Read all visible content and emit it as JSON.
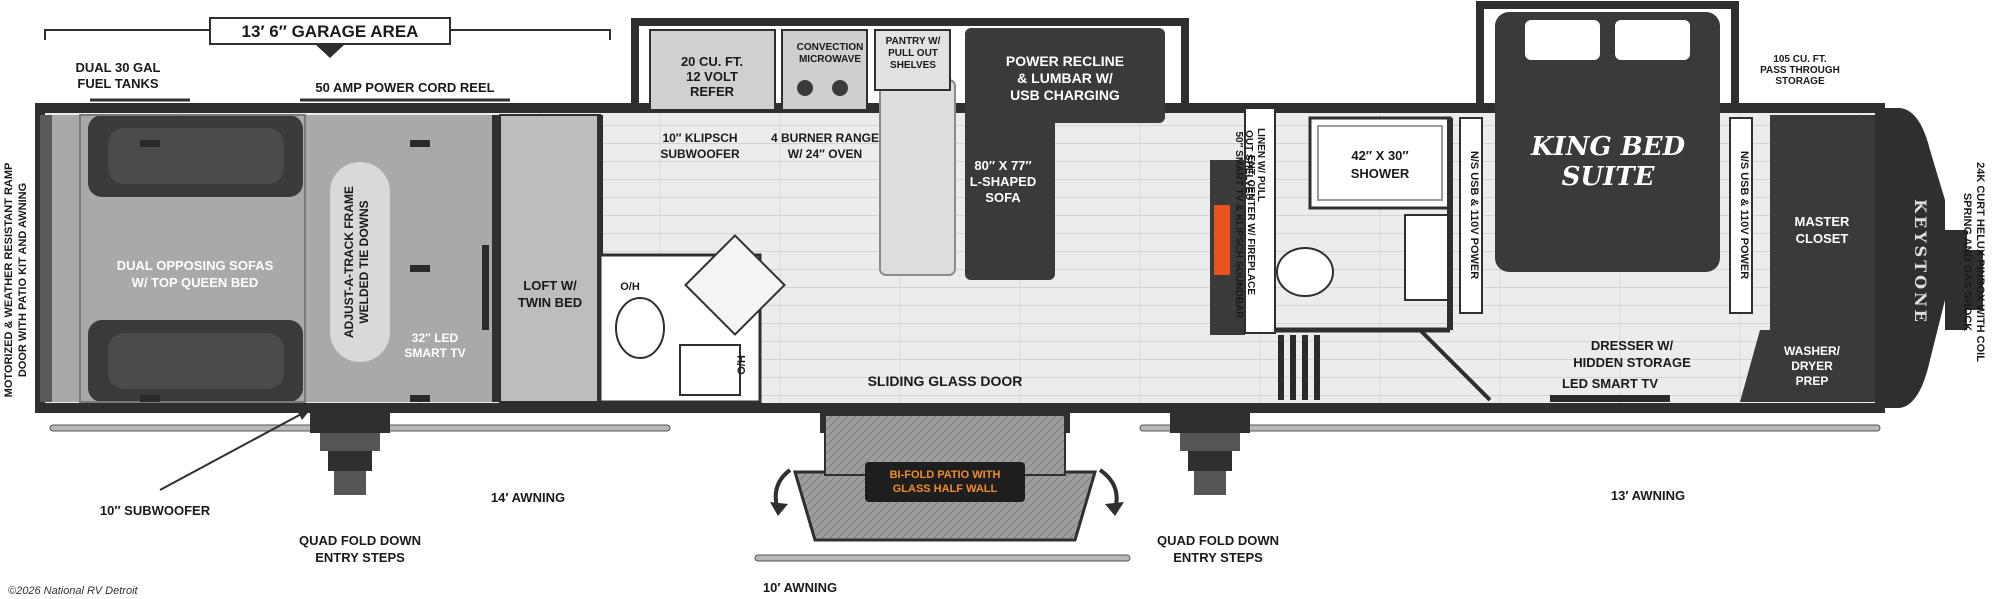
{
  "labels": {
    "garage_area": "13′ 6″ GARAGE AREA",
    "fuel_tanks": [
      "DUAL 30 GAL",
      "FUEL TANKS"
    ],
    "power_cord": "50 AMP POWER CORD REEL",
    "refer": [
      "20 CU. FT.",
      "12 VOLT",
      "REFER"
    ],
    "microwave": [
      "CONVECTION",
      "MICROWAVE"
    ],
    "pantry": [
      "PANTRY W/",
      "PULL OUT",
      "SHELVES"
    ],
    "power_recline": [
      "POWER RECLINE",
      "& LUMBAR W/",
      "USB CHARGING"
    ],
    "pass_through": [
      "105 CU. FT.",
      "PASS THROUGH",
      "STORAGE"
    ],
    "subwoofer_klipsch": [
      "10″ KLIPSCH",
      "SUBWOOFER"
    ],
    "range": [
      "4 BURNER RANGE",
      "W/ 24″ OVEN"
    ],
    "sofa": [
      "80″ X 77″",
      "L-SHAPED",
      "SOFA"
    ],
    "shower": [
      "42″ X 30″",
      "SHOWER"
    ],
    "linen": [
      "LINEN W/ PULL",
      "OUT SHELVES"
    ],
    "ent_center": [
      "ENT. CENTER W/ FIREPLACE",
      "50″ SMART TV & KLIPSCH SOUNDBAR"
    ],
    "usb_left": "N/S USB & 110V POWER",
    "usb_right": "N/S USB & 110V POWER",
    "king_bed": [
      "KING BED",
      "SUITE"
    ],
    "master_closet": [
      "MASTER",
      "CLOSET"
    ],
    "ramp_door": [
      "MOTORIZED & WEATHER RESISTANT RAMP",
      "DOOR WITH PATIO KIT AND AWNING"
    ],
    "sofas": [
      "DUAL OPPOSING SOFAS",
      "W/ TOP QUEEN BED"
    ],
    "track": [
      "ADJUST-A-TRACK FRAME",
      "WELDED TIE DOWNS"
    ],
    "led_tv_garage": [
      "32″ LED",
      "SMART TV"
    ],
    "loft": [
      "LOFT W/",
      "TWIN BED"
    ],
    "oh_1": "O/H",
    "oh_2": "O/H",
    "sliding_door": "SLIDING GLASS DOOR",
    "dresser": [
      "DRESSER W/",
      "HIDDEN STORAGE"
    ],
    "led_tv_bedroom": "LED SMART TV",
    "washer": [
      "WASHER/",
      "DRYER",
      "PREP"
    ],
    "keystone": "KEYSTONE",
    "pinbox": [
      "24K CURT HELUX PINBOX WITH COIL",
      "SPRING AND GAS SHOCK"
    ],
    "subwoofer": "10″ SUBWOOFER",
    "awning_14": "14′ AWNING",
    "awning_13": "13′ AWNING",
    "awning_10": "10′ AWNING",
    "patio": [
      "BI-FOLD PATIO WITH",
      "GLASS HALF WALL"
    ],
    "steps_left": [
      "QUAD FOLD DOWN",
      "ENTRY STEPS"
    ],
    "steps_right": [
      "QUAD FOLD DOWN",
      "ENTRY STEPS"
    ],
    "copyright": "©2026 National RV Detroit"
  },
  "colors": {
    "wall": "#2f2f2f",
    "floor": "#e6e6e6",
    "garage_floor": "#a9a9a9",
    "dark_furniture": "#3a3a3a",
    "fire": "#e8531e",
    "patio_label": "#f08c2a"
  }
}
